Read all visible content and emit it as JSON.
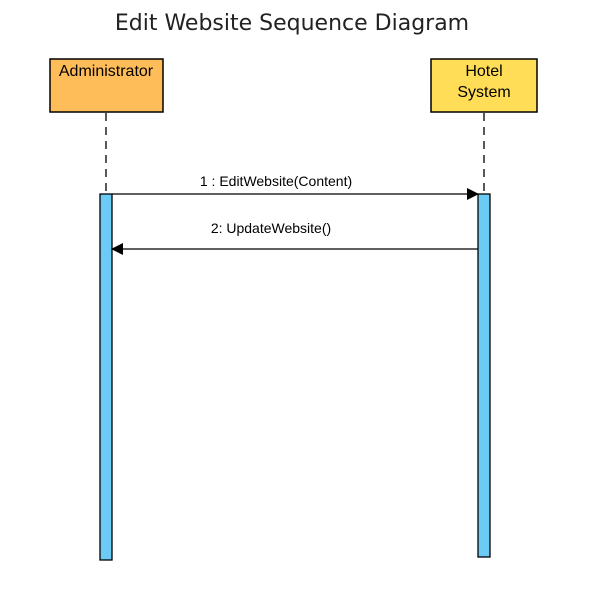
{
  "title": "Edit Website Sequence Diagram",
  "colors": {
    "administrator_fill": "#ffbd59",
    "hotel_system_fill": "#ffdd57",
    "activation_fill": "#6ccbf4",
    "stroke": "#000000"
  },
  "lifelines": [
    {
      "label_lines": [
        "Administrator"
      ]
    },
    {
      "label_lines": [
        "Hotel",
        "System"
      ]
    }
  ],
  "messages": [
    {
      "label": "1 : EditWebsite(Content)",
      "direction": "right"
    },
    {
      "label": "2: UpdateWebsite()",
      "direction": "left"
    }
  ]
}
